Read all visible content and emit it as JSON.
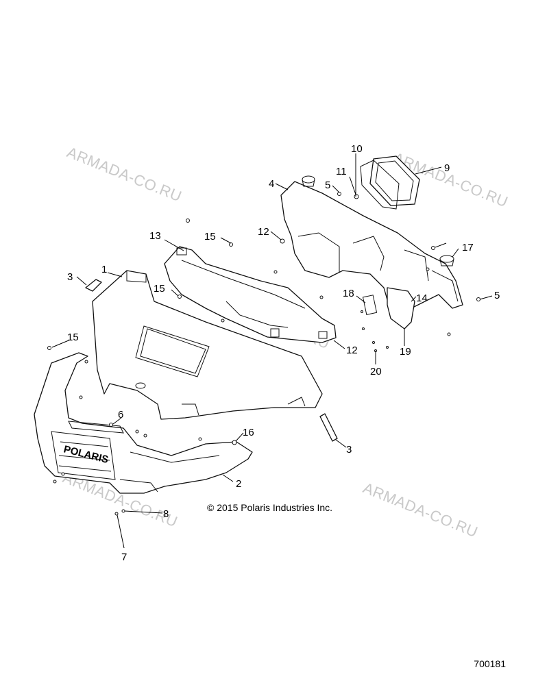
{
  "watermarks": [
    "ARMADA-CO.RU",
    "ARMADA-CO.RU",
    "ARMADA-CO.RU",
    "ARMADA-CO.RU",
    "ARMADA-CO.RU"
  ],
  "callouts": [
    "10",
    "9",
    "11",
    "4",
    "5",
    "13",
    "15",
    "12",
    "1",
    "3",
    "15",
    "17",
    "5",
    "18",
    "14",
    "12",
    "19",
    "20",
    "15",
    "6",
    "16",
    "3",
    "2",
    "8",
    "7"
  ],
  "copyright": "© 2015 Polaris Industries Inc.",
  "document_number": "700181",
  "grille_logo": "POLARIS"
}
